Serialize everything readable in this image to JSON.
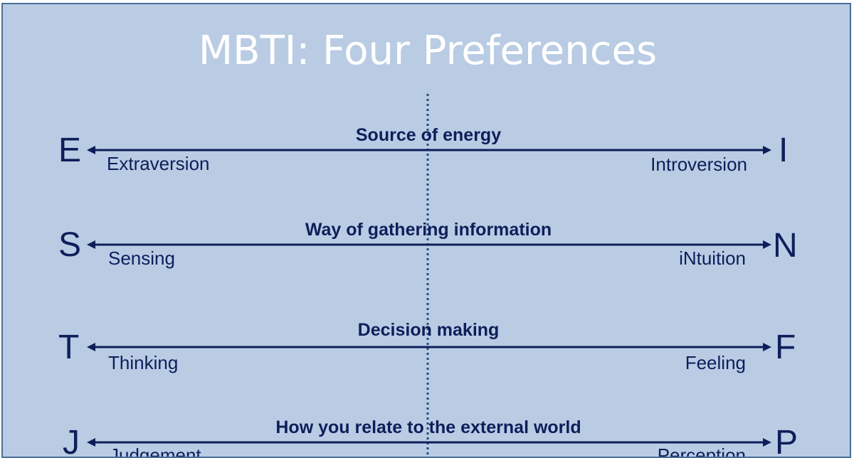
{
  "title": "MBTI:  Four Preferences",
  "rows": [
    {
      "heading": "Source of energy",
      "left_letter": "E",
      "left_label": "Extraversion",
      "right_letter": "I",
      "right_label": "Introversion"
    },
    {
      "heading": "Way of gathering information",
      "left_letter": "S",
      "left_label": "Sensing",
      "right_letter": "N",
      "right_label": "iNtuition"
    },
    {
      "heading": "Decision making",
      "left_letter": "T",
      "left_label": "Thinking",
      "right_letter": "F",
      "right_label": "Feeling"
    },
    {
      "heading": "How  you relate to the external world",
      "left_letter": "J",
      "left_label": "Judgement",
      "right_letter": "P",
      "right_label": "Perception"
    }
  ],
  "colors": {
    "background": "#b9cce4",
    "border": "#4a6f98",
    "title": "#ffffff",
    "text": "#0f1e5a",
    "arrow": "#0f1e5a"
  }
}
